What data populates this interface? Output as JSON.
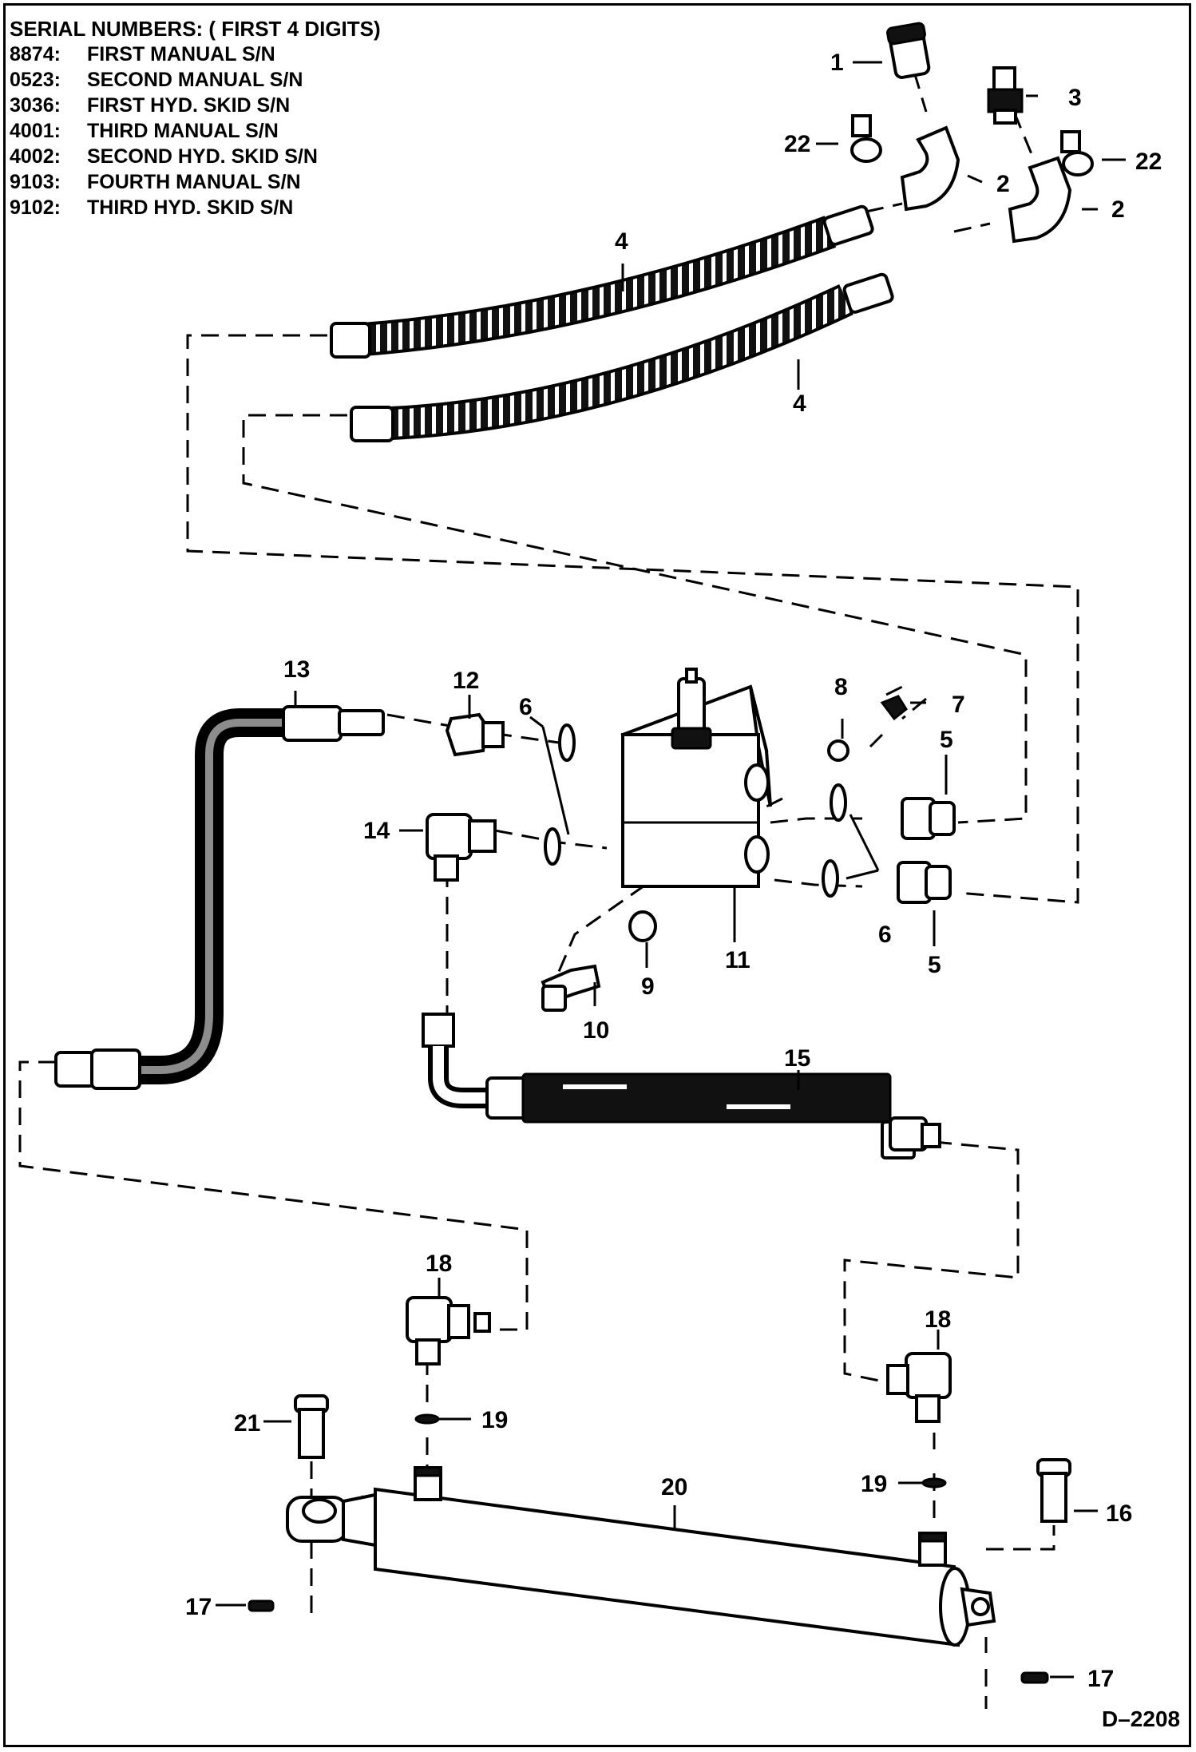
{
  "serial_numbers": {
    "title": "SERIAL NUMBERS: ( FIRST 4 DIGITS)",
    "rows": [
      {
        "code": "8874:",
        "desc": "FIRST MANUAL S/N"
      },
      {
        "code": "0523:",
        "desc": "SECOND MANUAL S/N"
      },
      {
        "code": "3036:",
        "desc": "FIRST HYD. SKID S/N"
      },
      {
        "code": "4001:",
        "desc": "THIRD MANUAL S/N"
      },
      {
        "code": "4002:",
        "desc": "SECOND HYD. SKID S/N"
      },
      {
        "code": "9103:",
        "desc": "FOURTH MANUAL S/N"
      },
      {
        "code": "9102:",
        "desc": "THIRD HYD. SKID S/N"
      }
    ]
  },
  "callouts": {
    "c1": "1",
    "c2a": "2",
    "c2b": "2",
    "c3": "3",
    "c4a": "4",
    "c4b": "4",
    "c5a": "5",
    "c5b": "5",
    "c6a": "6",
    "c6b": "6",
    "c7": "7",
    "c8": "8",
    "c9": "9",
    "c10": "10",
    "c11": "11",
    "c12": "12",
    "c13": "13",
    "c14": "14",
    "c15": "15",
    "c16": "16",
    "c17a": "17",
    "c17b": "17",
    "c18a": "18",
    "c18b": "18",
    "c19a": "19",
    "c19b": "19",
    "c20": "20",
    "c21": "21",
    "c22a": "22",
    "c22b": "22"
  },
  "drawing_code": "D–2208"
}
